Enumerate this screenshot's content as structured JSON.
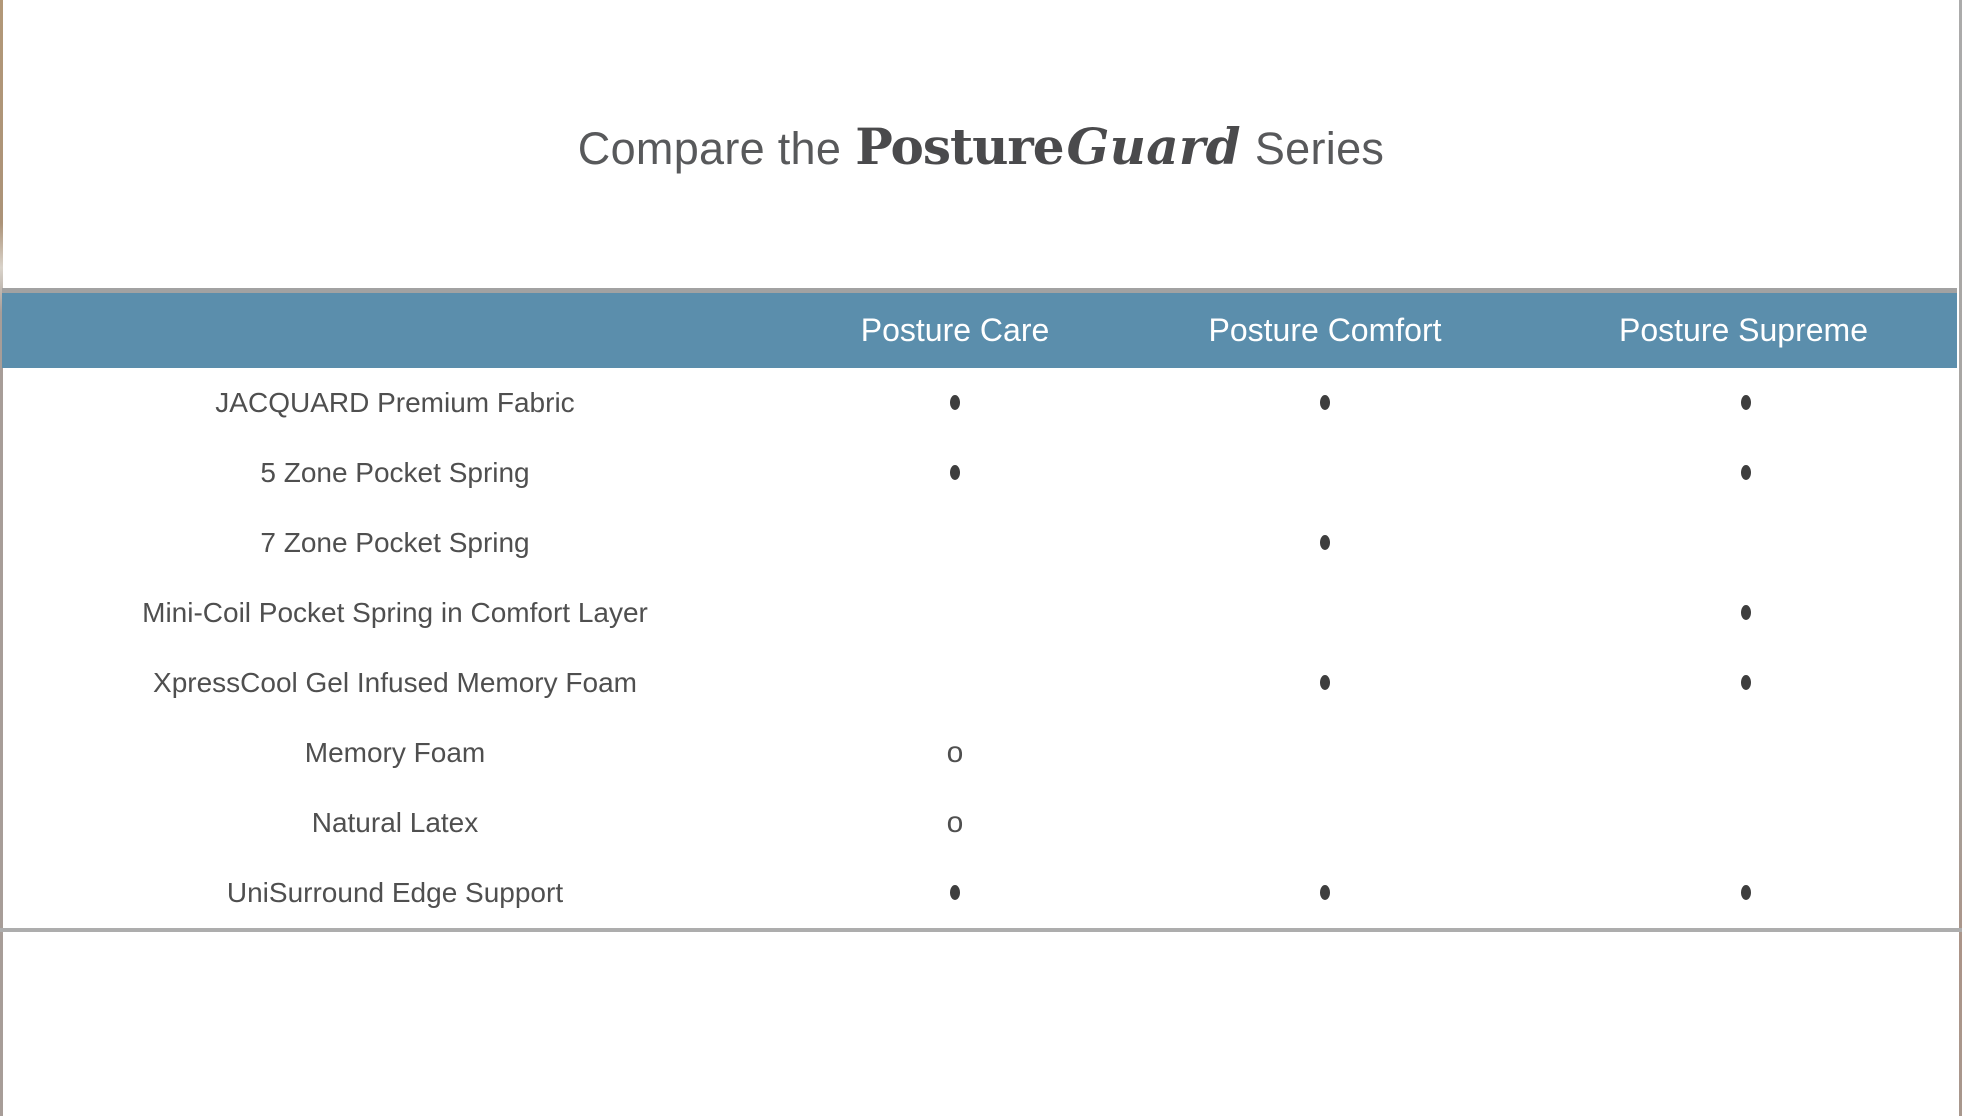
{
  "title": {
    "prefix": "Compare the",
    "brand_bold": "Posture",
    "brand_italic": "Guard",
    "suffix": "Series"
  },
  "table": {
    "columns": [
      "Posture Care",
      "Posture Comfort",
      "Posture Supreme"
    ],
    "rows": [
      {
        "feature": "JACQUARD Premium Fabric",
        "marks": [
          "dot",
          "dot",
          "dot"
        ]
      },
      {
        "feature": "5 Zone Pocket Spring",
        "marks": [
          "dot",
          "",
          "dot"
        ]
      },
      {
        "feature": "7 Zone Pocket Spring",
        "marks": [
          "",
          "dot",
          ""
        ]
      },
      {
        "feature": "Mini-Coil Pocket Spring in Comfort Layer",
        "marks": [
          "",
          "",
          "dot"
        ]
      },
      {
        "feature": "XpressCool Gel Infused Memory Foam",
        "marks": [
          "",
          "dot",
          "dot"
        ]
      },
      {
        "feature": "Memory Foam",
        "marks": [
          "o",
          "",
          ""
        ]
      },
      {
        "feature": "Natural Latex",
        "marks": [
          "o",
          "",
          ""
        ]
      },
      {
        "feature": "UniSurround Edge Support",
        "marks": [
          "dot",
          "dot",
          "dot"
        ]
      }
    ],
    "mark_glyphs": {
      "dot": "•",
      "o": "o"
    }
  },
  "colors": {
    "header_bg": "#5b8eac",
    "header_text": "#ffffff",
    "title_text": "#58595b",
    "body_text": "#4f4f4f",
    "mark_color": "#3e3e3e",
    "rule_color": "#adadad",
    "edge_border": "#a89a8e"
  }
}
